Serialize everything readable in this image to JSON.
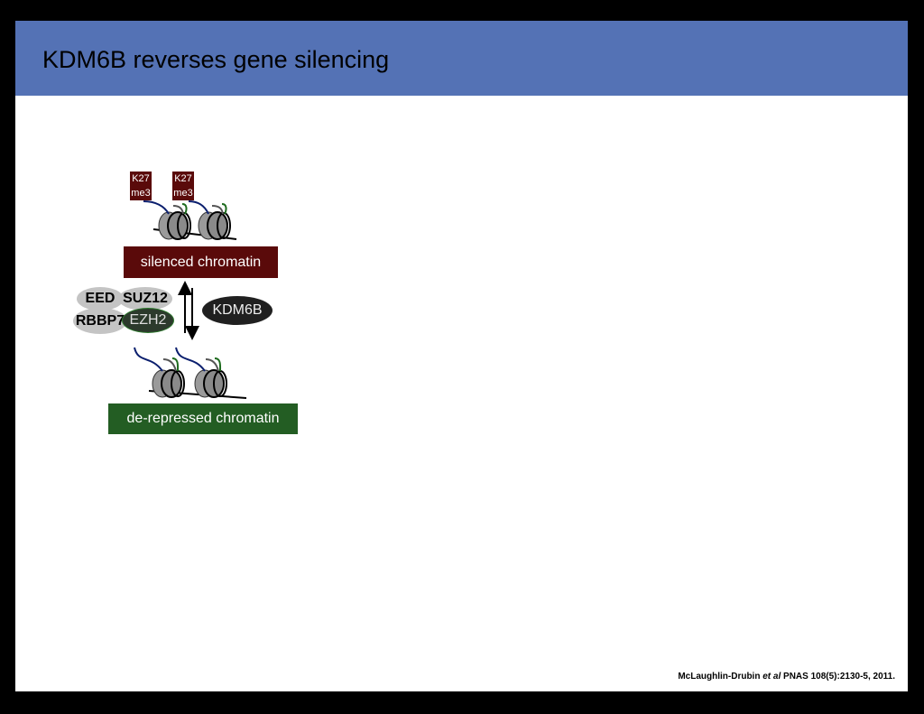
{
  "slide": {
    "title": "KDM6B reverses gene silencing",
    "colors": {
      "title_bar": "#5472b5",
      "silenced": "#5a0a0a",
      "derepressed": "#235d23",
      "prc_subunit": "#c4c4c4",
      "kdm6b": "#202020"
    }
  },
  "diagram": {
    "marks": [
      {
        "line1": "K27",
        "line2": "me3"
      },
      {
        "line1": "K27",
        "line2": "me3"
      }
    ],
    "silenced_label": "silenced chromatin",
    "derepressed_label": "de-repressed chromatin",
    "prc2": {
      "eed": "EED",
      "suz12": "SUZ12",
      "rbbp7": "RBBP7",
      "ezh2": "EZH2"
    },
    "kdm6b": "KDM6B"
  },
  "citation": {
    "authors": "McLaughlin-Drubin",
    "etal": "et al",
    "ref": "PNAS 108(5):2130-5, 2011."
  }
}
